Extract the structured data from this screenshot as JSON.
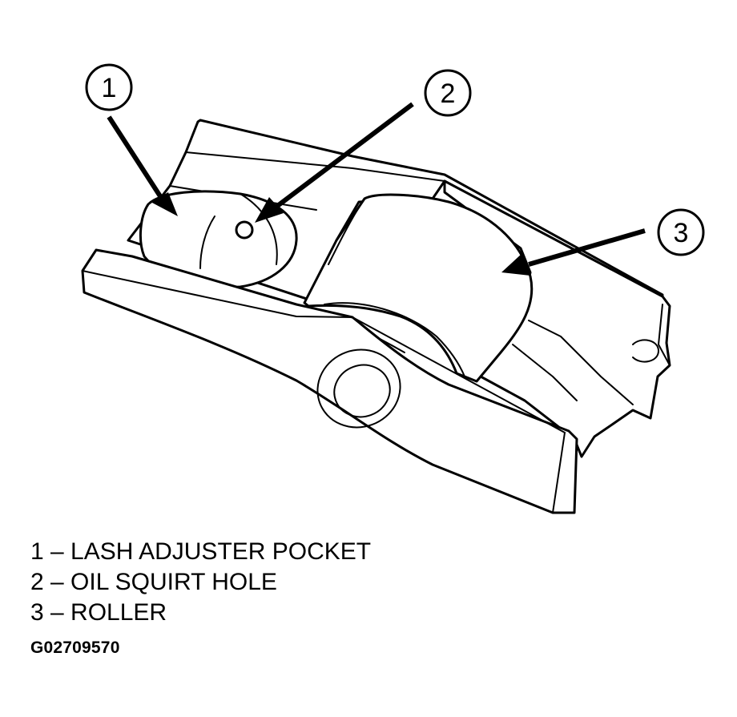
{
  "callouts": [
    {
      "number": "1",
      "target": "lash-adjuster-pocket"
    },
    {
      "number": "2",
      "target": "oil-squirt-hole"
    },
    {
      "number": "3",
      "target": "roller"
    }
  ],
  "legend": [
    {
      "text": "1 – LASH ADJUSTER POCKET"
    },
    {
      "text": "2 – OIL SQUIRT HOLE"
    },
    {
      "text": "3 – ROLLER"
    }
  ],
  "figure_code": "G02709570"
}
